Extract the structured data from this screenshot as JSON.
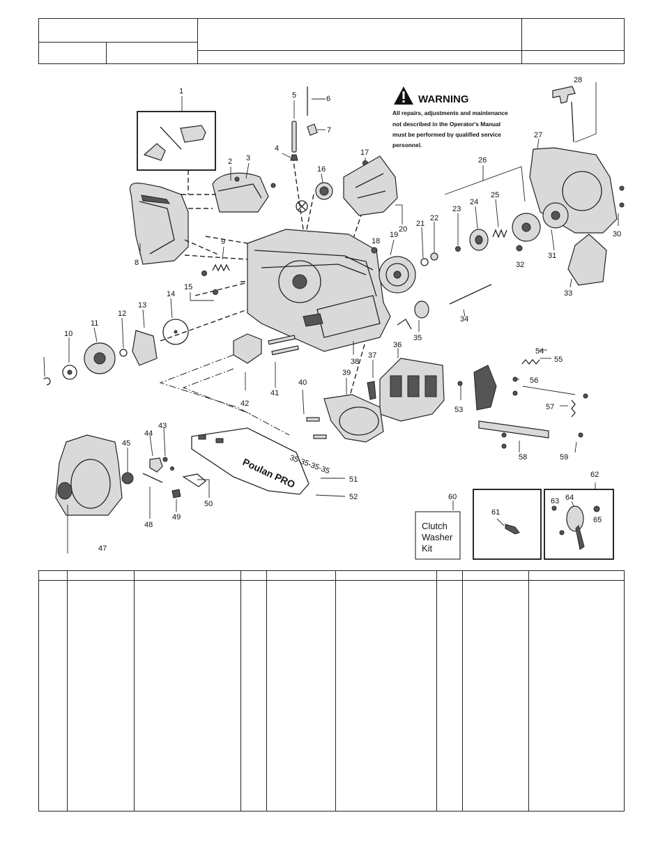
{
  "warning": {
    "title": "WARNING",
    "lines": [
      "All repairs, adjustments and maintenance",
      "not described in the Operator's Manual",
      "must be performed by qualified  service",
      "personnel."
    ]
  },
  "brand": "Poulan PRO",
  "bar_marking": "35-35-35-35",
  "kit": {
    "lines": [
      "Clutch",
      "Washer",
      "Kit"
    ]
  },
  "callouts": [
    "1",
    "2",
    "3",
    "4",
    "5",
    "6",
    "7",
    "8",
    "9",
    "10",
    "11",
    "12",
    "13",
    "14",
    "15",
    "16",
    "17",
    "18",
    "19",
    "20",
    "21",
    "22",
    "23",
    "24",
    "25",
    "26",
    "27",
    "28",
    "30",
    "31",
    "32",
    "33",
    "34",
    "35",
    "36",
    "37",
    "38",
    "39",
    "40",
    "41",
    "42",
    "43",
    "44",
    "45",
    "47",
    "48",
    "49",
    "50",
    "51",
    "52",
    "53",
    "54",
    "55",
    "56",
    "57",
    "58",
    "59",
    "60",
    "61",
    "62",
    "63",
    "64",
    "65"
  ]
}
